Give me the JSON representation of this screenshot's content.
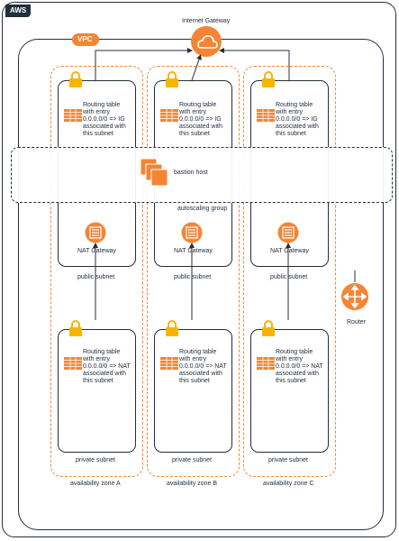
{
  "aws_badge": "AWS",
  "vpc_badge": "VPC",
  "internet_gateway": {
    "label": "Internet Gateway"
  },
  "router": {
    "label": "Router"
  },
  "autoscaling": {
    "bastion_label": "bastion host",
    "group_label": "autoscaling group"
  },
  "zones": [
    {
      "label": "availability zone A",
      "public_subnet": {
        "label": "public subnet",
        "routing_lines": [
          "Routing table",
          "with entry",
          "0.0.0.0/0 => IG",
          "associated with",
          "this subnet"
        ],
        "nat_label": "NAT Gateway"
      },
      "private_subnet": {
        "label": "private subnet",
        "routing_lines": [
          "Routing table",
          "with entry",
          "0.0.0.0/0 => NAT",
          "associated with",
          "this subnet"
        ]
      }
    },
    {
      "label": "availability zone B",
      "public_subnet": {
        "label": "public subnet",
        "routing_lines": [
          "Routing table",
          "with entry",
          "0.0.0.0/0 => IG",
          "associated with",
          "this subnet"
        ],
        "nat_label": "NAT Gateway"
      },
      "private_subnet": {
        "label": "private subnet",
        "routing_lines": [
          "Routing table",
          "with entry",
          "0.0.0.0/0 => NAT",
          "associated with",
          "this subnet"
        ]
      }
    },
    {
      "label": "availability zone C",
      "public_subnet": {
        "label": "public subnet",
        "routing_lines": [
          "Routing table",
          "with entry",
          "0.0.0.0/0 => IG",
          "associated with",
          "this subnet"
        ],
        "nat_label": "NAT Gateway"
      },
      "private_subnet": {
        "label": "private subnet",
        "routing_lines": [
          "Routing table",
          "with entry",
          "0.0.0.0/0 => NAT",
          "associated with",
          "this subnet"
        ]
      }
    }
  ],
  "colors": {
    "aws_orange": "#f58534",
    "dark": "#232f3e",
    "lock_yellow": "#f7b500"
  }
}
